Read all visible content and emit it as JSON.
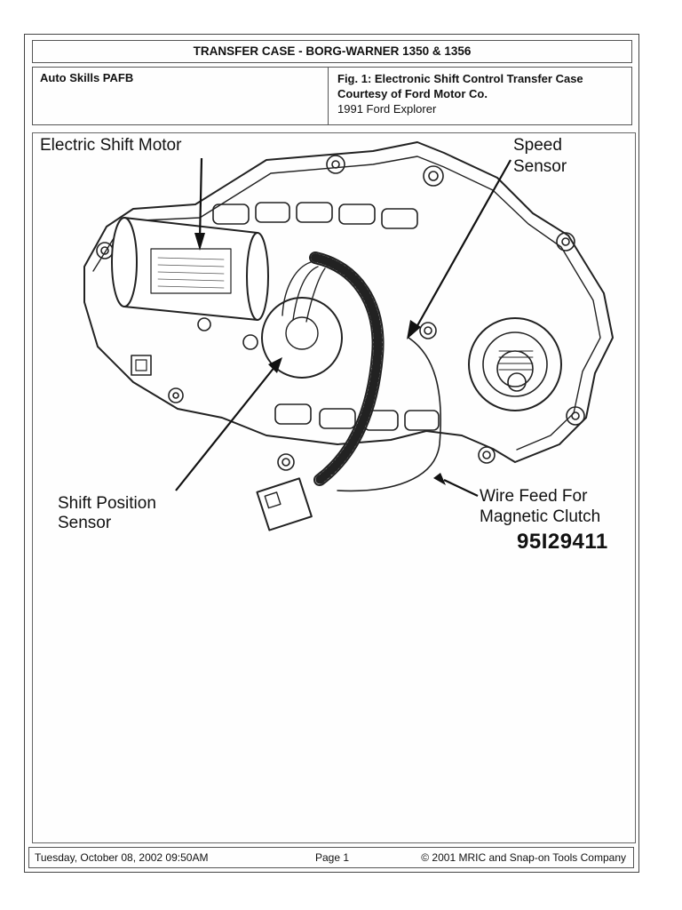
{
  "header": {
    "title": "TRANSFER CASE - BORG-WARNER 1350 & 1356",
    "left": "Auto Skills PAFB",
    "fig_caption": "Fig. 1:  Electronic Shift Control Transfer Case",
    "courtesy": "Courtesy of Ford Motor Co.",
    "vehicle": "1991 Ford Explorer"
  },
  "figure": {
    "labels": {
      "electric_shift_motor": "Electric Shift Motor",
      "speed_sensor_line1": "Speed",
      "speed_sensor_line2": "Sensor",
      "shift_position_line1": "Shift Position",
      "shift_position_line2": "Sensor",
      "wire_feed_line1": "Wire Feed For",
      "wire_feed_line2": "Magnetic Clutch"
    },
    "figure_number": "95I29411"
  },
  "footer": {
    "datetime": "Tuesday, October 08, 2002  09:50AM",
    "page": "Page 1",
    "copyright": "© 2001 MRIC and Snap-on Tools Company"
  }
}
